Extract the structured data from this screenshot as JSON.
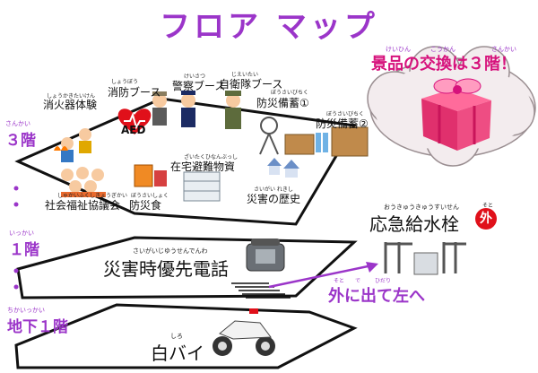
{
  "title": "フロア マップ",
  "prize": {
    "text": "景品の交換は３階！",
    "ruby_keihin": "けいひん",
    "ruby_koukan": "こうかん",
    "ruby_sankai": "さんかい"
  },
  "floors": {
    "f3": {
      "label": "３階",
      "ruby": "さんかい"
    },
    "f1": {
      "label": "１階",
      "ruby": "いっかい"
    },
    "b1": {
      "label": "地下１階",
      "ruby": "ちかいっかい"
    }
  },
  "booths": {
    "extinguisher": {
      "label": "消火器体験",
      "ruby": "しょうかきたいけん"
    },
    "fire": {
      "label": "消防ブース",
      "ruby": "しょうぼう"
    },
    "police": {
      "label": "警察ブース",
      "ruby": "けいさつ"
    },
    "sdf": {
      "label": "自衛隊ブース",
      "ruby": "じえいたい"
    },
    "stock1": {
      "label": "防災備蓄①",
      "ruby": "ぼうさいびちく"
    },
    "stock2": {
      "label": "防災備蓄②",
      "ruby": "ぼうさいびちく"
    },
    "home": {
      "label": "在宅避難物資",
      "ruby": "ざいたくひなんぶっし"
    },
    "welfare": {
      "label": "社会福祉協議会",
      "ruby": "しゃかいふくしきょうぎかい"
    },
    "food": {
      "label": "防災食",
      "ruby": "ぼうさいしょく"
    },
    "history": {
      "label": "災害の歴史",
      "ruby": "さいがい れきし"
    }
  },
  "aed": "AED",
  "phone": {
    "label": "災害時優先電話",
    "ruby": "さいがいじゆうせんでんわ"
  },
  "water": {
    "label": "応急給水栓",
    "ruby": "おうきゅうきゅうすいせん",
    "badge": "外",
    "badge_ruby": "そと"
  },
  "outside": {
    "label": "外に出て左へ",
    "ruby_soto": "そと",
    "ruby_de": "で",
    "ruby_hidari": "ひだり"
  },
  "bike": {
    "label": "白バイ",
    "ruby": "しろ"
  },
  "colors": {
    "accent": "#9b35c9",
    "prize": "#d6127c",
    "badge": "#e0101a"
  }
}
